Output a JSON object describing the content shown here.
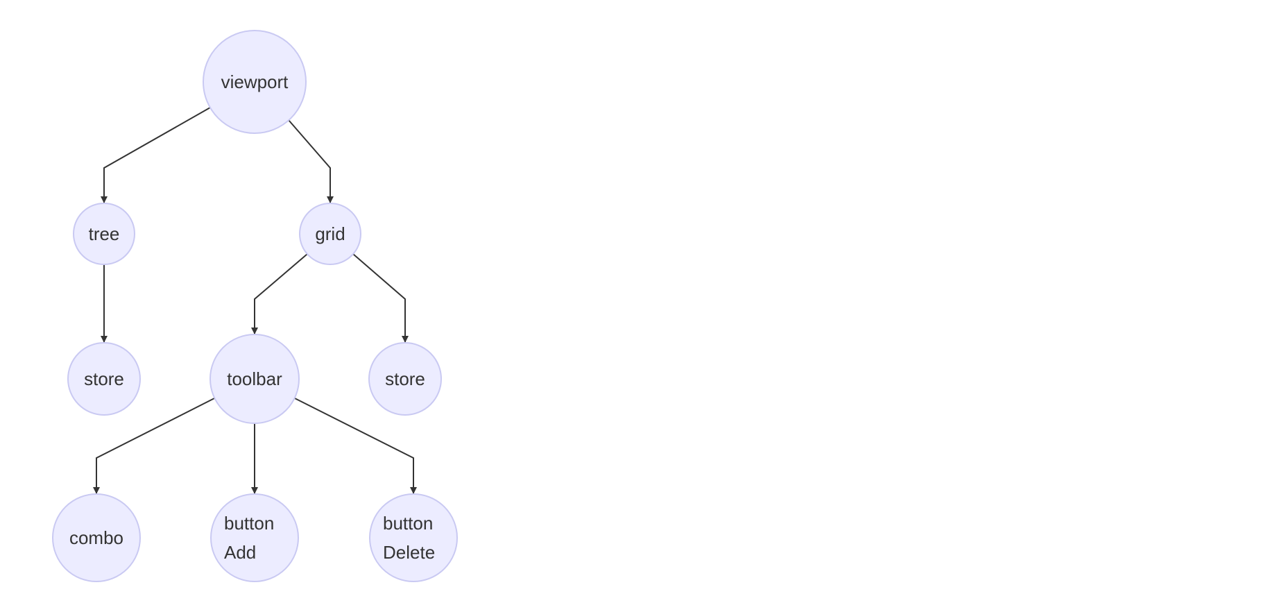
{
  "diagram": {
    "colors": {
      "node_fill": "#ECECFF",
      "node_stroke": "#C9C9F2",
      "edge": "#333333",
      "text": "#333333"
    },
    "nodes": [
      {
        "id": "viewport",
        "lines": [
          "viewport"
        ]
      },
      {
        "id": "tree",
        "lines": [
          "tree"
        ]
      },
      {
        "id": "grid",
        "lines": [
          "grid"
        ]
      },
      {
        "id": "store-tree",
        "lines": [
          "store"
        ]
      },
      {
        "id": "toolbar",
        "lines": [
          "toolbar"
        ]
      },
      {
        "id": "store-grid",
        "lines": [
          "store"
        ]
      },
      {
        "id": "combo",
        "lines": [
          "combo"
        ]
      },
      {
        "id": "button-add",
        "lines": [
          "button",
          "Add"
        ]
      },
      {
        "id": "button-delete",
        "lines": [
          "button",
          "Delete"
        ]
      }
    ],
    "edges": [
      {
        "from": "viewport",
        "to": "tree"
      },
      {
        "from": "viewport",
        "to": "grid"
      },
      {
        "from": "tree",
        "to": "store-tree"
      },
      {
        "from": "grid",
        "to": "toolbar"
      },
      {
        "from": "grid",
        "to": "store-grid"
      },
      {
        "from": "toolbar",
        "to": "combo"
      },
      {
        "from": "toolbar",
        "to": "button-add"
      },
      {
        "from": "toolbar",
        "to": "button-delete"
      }
    ]
  }
}
